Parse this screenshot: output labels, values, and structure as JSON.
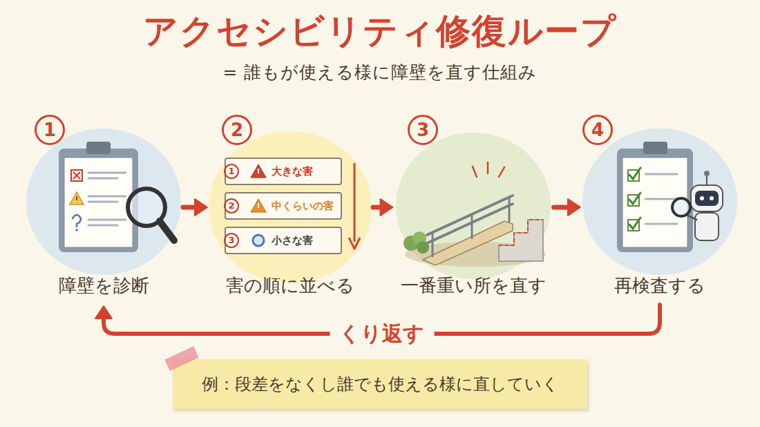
{
  "diagram": {
    "title": "アクセシビリティ修復ループ",
    "nodes": [
      {
        "text": [
          "1"
        ]
      },
      {
        "text": [
          "障壁を診断"
        ]
      },
      {
        "text": [
          "2"
        ]
      },
      {
        "text": [
          "害の順に並べる"
        ]
      },
      {
        "text": [
          "1",
          "大きな害"
        ],
        "in": 3
      },
      {
        "text": [
          "2",
          "中くらいの害"
        ],
        "in": 3
      },
      {
        "text": [
          "3",
          "小さな害"
        ],
        "in": 3
      },
      {
        "text": [
          "3"
        ]
      },
      {
        "text": [
          "一番重い所を直す"
        ]
      },
      {
        "text": [
          "4"
        ]
      },
      {
        "text": [
          "再検査する"
        ]
      },
      {
        "text": [
          "例：段差をなくし誰でも使える様に直していく"
        ]
      }
    ],
    "edges": [
      {
        "from": 1,
        "to": 3,
        "arrow": "to"
      },
      {
        "from": 3,
        "to": 8,
        "arrow": "to"
      },
      {
        "from": 8,
        "to": 10,
        "arrow": "to"
      },
      {
        "from": 10,
        "to": 1,
        "label": "くり返す",
        "arrow": "to"
      }
    ],
    "labels": [
      "= 誰もが使える様に障壁を直す仕組み"
    ]
  }
}
